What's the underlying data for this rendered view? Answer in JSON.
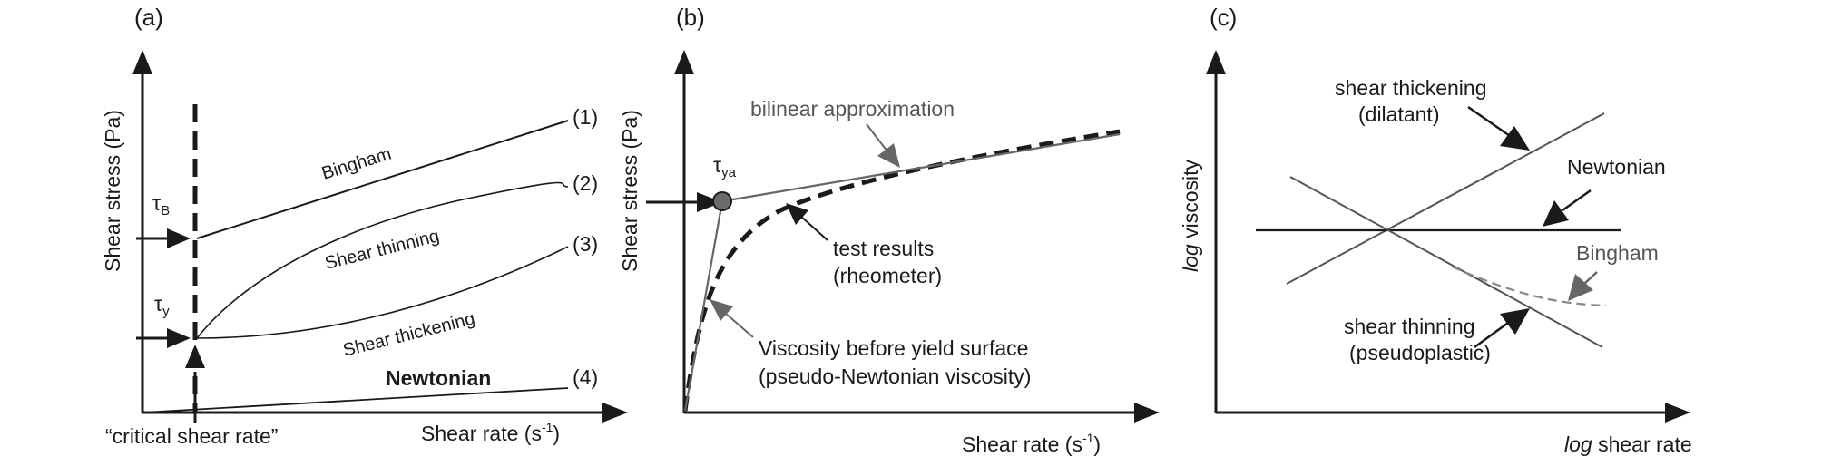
{
  "panels": {
    "a": {
      "label": "(a)",
      "ylabel": "Shear stress (Pa)",
      "xlabel": "Shear rate (s",
      "xlabel_sup": "-1",
      "xlabel_end": ")",
      "critical": "“critical shear rate”",
      "tau_b": "τ",
      "tau_b_sub": "B",
      "tau_y": "τ",
      "tau_y_sub": "y",
      "curves": {
        "bingham": "Bingham",
        "thinning": "Shear thinning",
        "thickening": "Shear thickening",
        "newtonian": "Newtonian"
      },
      "numbers": [
        "(1)",
        "(2)",
        "(3)",
        "(4)"
      ]
    },
    "b": {
      "label": "(b)",
      "ylabel": "Shear stress (Pa)",
      "xlabel": "Shear rate (s",
      "xlabel_sup": "-1",
      "xlabel_end": ")",
      "tau": "τ",
      "tau_sub": "ya",
      "bilinear": "bilinear approximation",
      "test_line1": "test results",
      "test_line2": "(rheometer)",
      "visc_line1": "Viscosity before yield surface",
      "visc_line2": "(pseudo-Newtonian viscosity)"
    },
    "c": {
      "label": "(c)",
      "ylabel_log": "log",
      "ylabel_rest": " viscosity",
      "xlabel_log": "log",
      "xlabel_rest": " shear rate",
      "thick_line1": "shear thickening",
      "thick_line2": "(dilatant)",
      "newtonian": "Newtonian",
      "bingham": "Bingham",
      "thin_line1": "shear thinning",
      "thin_line2": "(pseudoplastic)"
    }
  },
  "colors": {
    "ink": "#1a1a1a",
    "curve_gray": "#777777",
    "dashed_gray": "#888888",
    "marker_fill": "#6b6b6b"
  }
}
